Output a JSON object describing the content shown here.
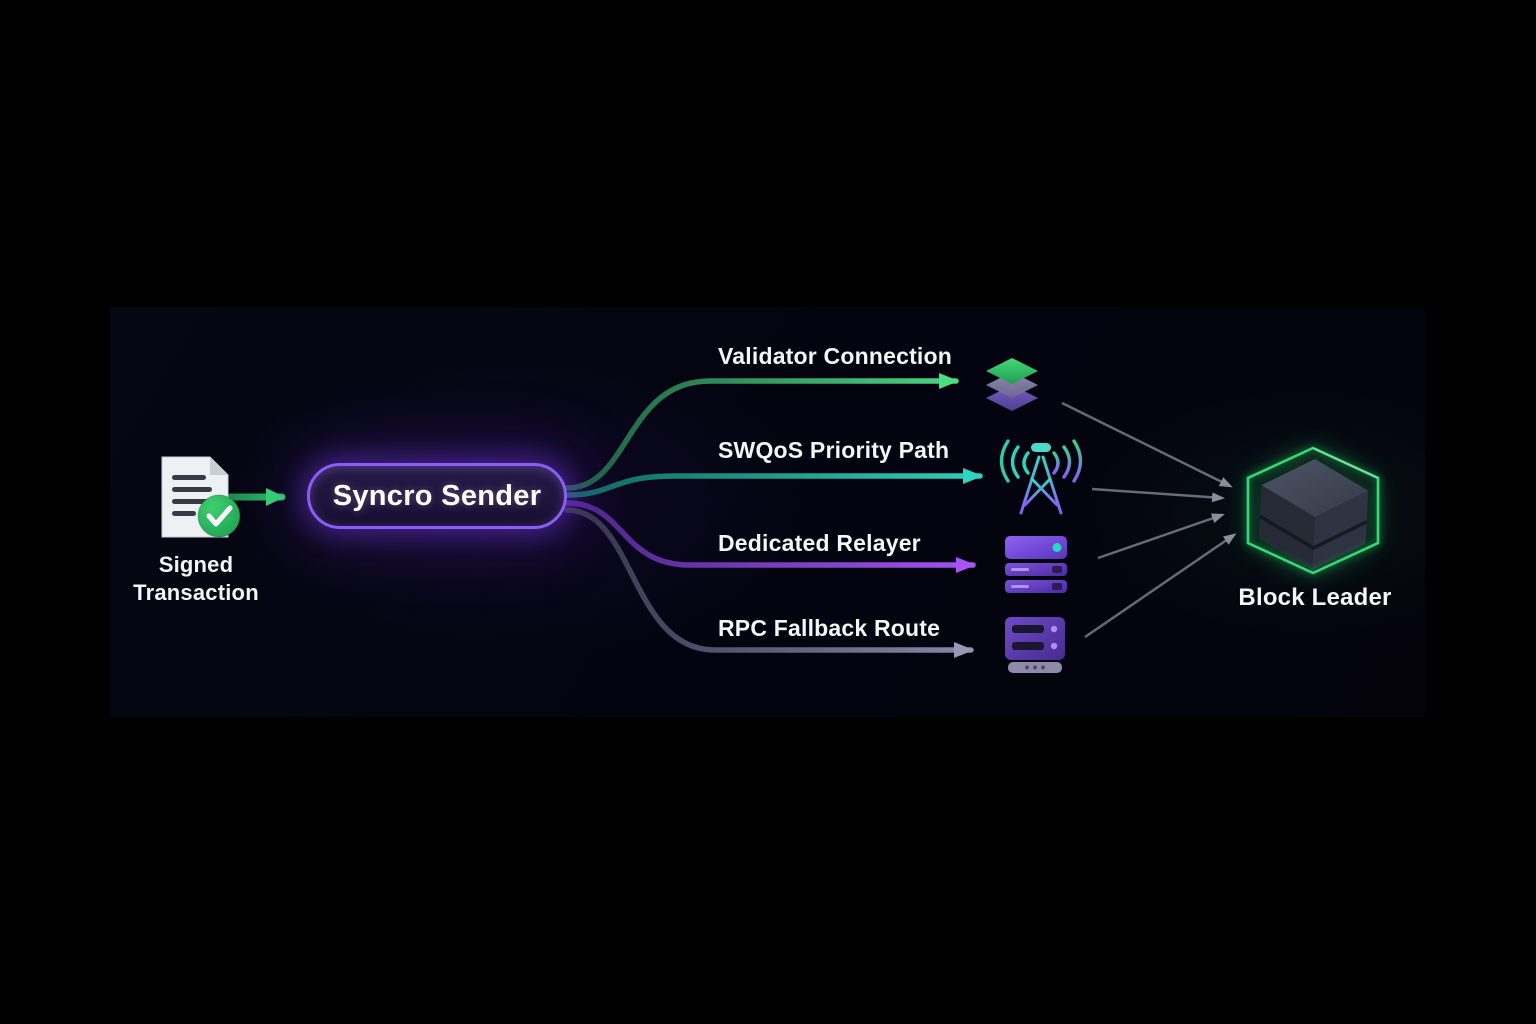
{
  "source": {
    "label": "Signed Transaction",
    "icon": "signed-document-icon",
    "check_color": "#22c55e"
  },
  "sender": {
    "label": "Syncro Sender",
    "border_color": "#8b5cf6",
    "glow_color": "#7c3aed"
  },
  "paths": [
    {
      "label": "Validator Connection",
      "icon": "stacked-layers-icon",
      "line_color": "#4cd984"
    },
    {
      "label": "SWQoS Priority Path",
      "icon": "radio-tower-icon",
      "line_color": "#2dd4bf"
    },
    {
      "label": "Dedicated Relayer",
      "icon": "relay-server-icon",
      "line_color": "#a855f7"
    },
    {
      "label": "RPC Fallback Route",
      "icon": "fallback-server-icon",
      "line_color": "#8d89ad"
    }
  ],
  "target": {
    "label": "Block Leader",
    "icon": "block-cube-icon",
    "glow_color": "#22c55e"
  },
  "colors": {
    "page_background": "#000000",
    "panel_background": "#040510",
    "text": "#f4f5f7",
    "converge_arrow": "#9096a4"
  }
}
